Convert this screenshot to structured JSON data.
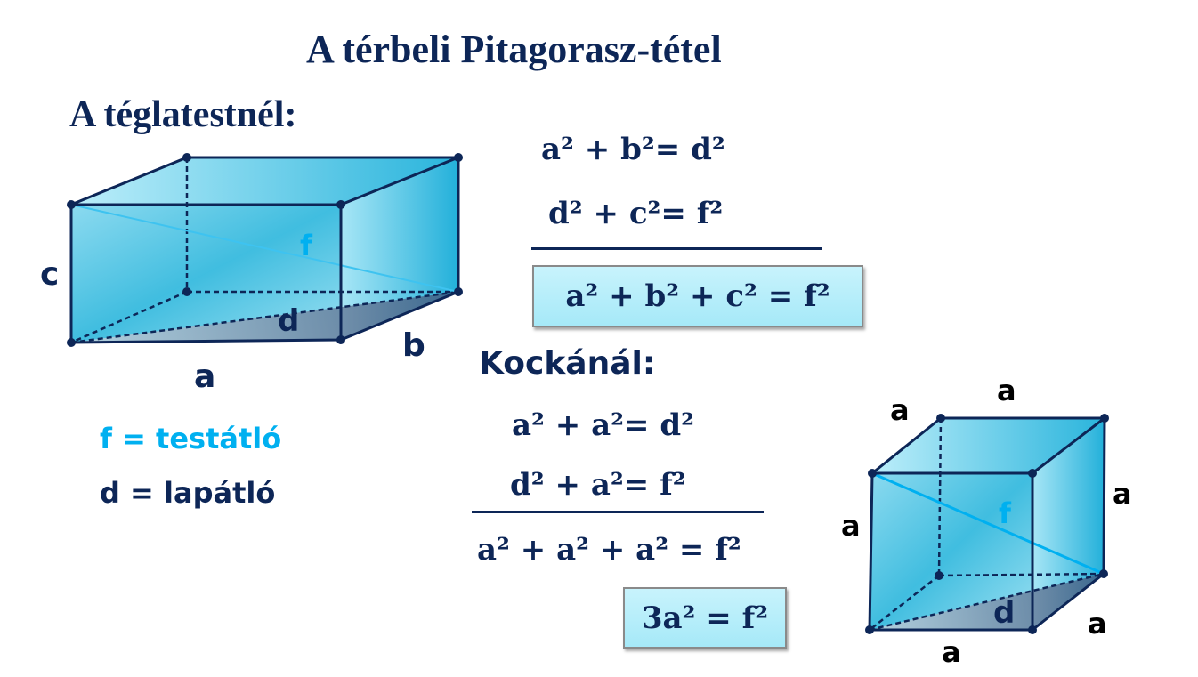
{
  "title": "A térbeli Pitagorasz-tétel",
  "cuboid": {
    "heading": "A téglatestnél:",
    "labels": {
      "a": "a",
      "b": "b",
      "c": "c",
      "d": "d",
      "f": "f"
    },
    "formulas": [
      "a² + b²= d²",
      "d² + c²= f²"
    ],
    "result": "a² + b² + c² = f²"
  },
  "legend": {
    "f": "f = testátló",
    "d": "d = lapátló"
  },
  "cube": {
    "heading": "Kockánál:",
    "labels": {
      "a": "a",
      "d": "d",
      "f": "f"
    },
    "formulas": [
      "a² + a²= d²",
      "d² + a²= f²",
      "a² + a² + a² = f²"
    ],
    "result": "3a² = f²"
  },
  "colors": {
    "navy": "#0d2657",
    "accent": "#00b0f0"
  }
}
